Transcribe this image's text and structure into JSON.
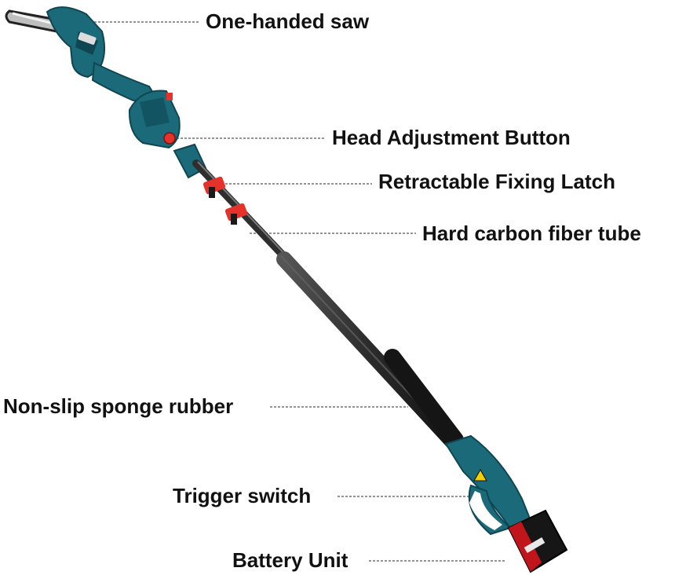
{
  "labels": {
    "saw": "One-handed saw",
    "head": "Head Adjustment Button",
    "latch": "Retractable Fixing Latch",
    "tube": "Hard carbon fiber tube",
    "sponge": "Non-slip sponge rubber",
    "trigger": "Trigger switch",
    "battery": "Battery Unit"
  },
  "colors": {
    "body": "#1b6a7a",
    "body_dark": "#0f4652",
    "pole": "#2a2a2a",
    "grip": "#111111",
    "latch": "#e5322a",
    "bar": "#d9d9d9",
    "battery_red": "#c0161b",
    "warning": "#f5d000"
  }
}
